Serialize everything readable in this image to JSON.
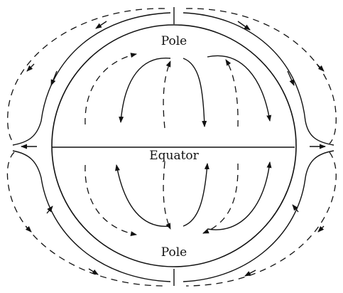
{
  "labels": {
    "pole_top": "Pole",
    "equator": "Equator",
    "pole_bottom": "Pole"
  },
  "colors": {
    "stroke": "#111111",
    "background": "#ffffff"
  }
}
